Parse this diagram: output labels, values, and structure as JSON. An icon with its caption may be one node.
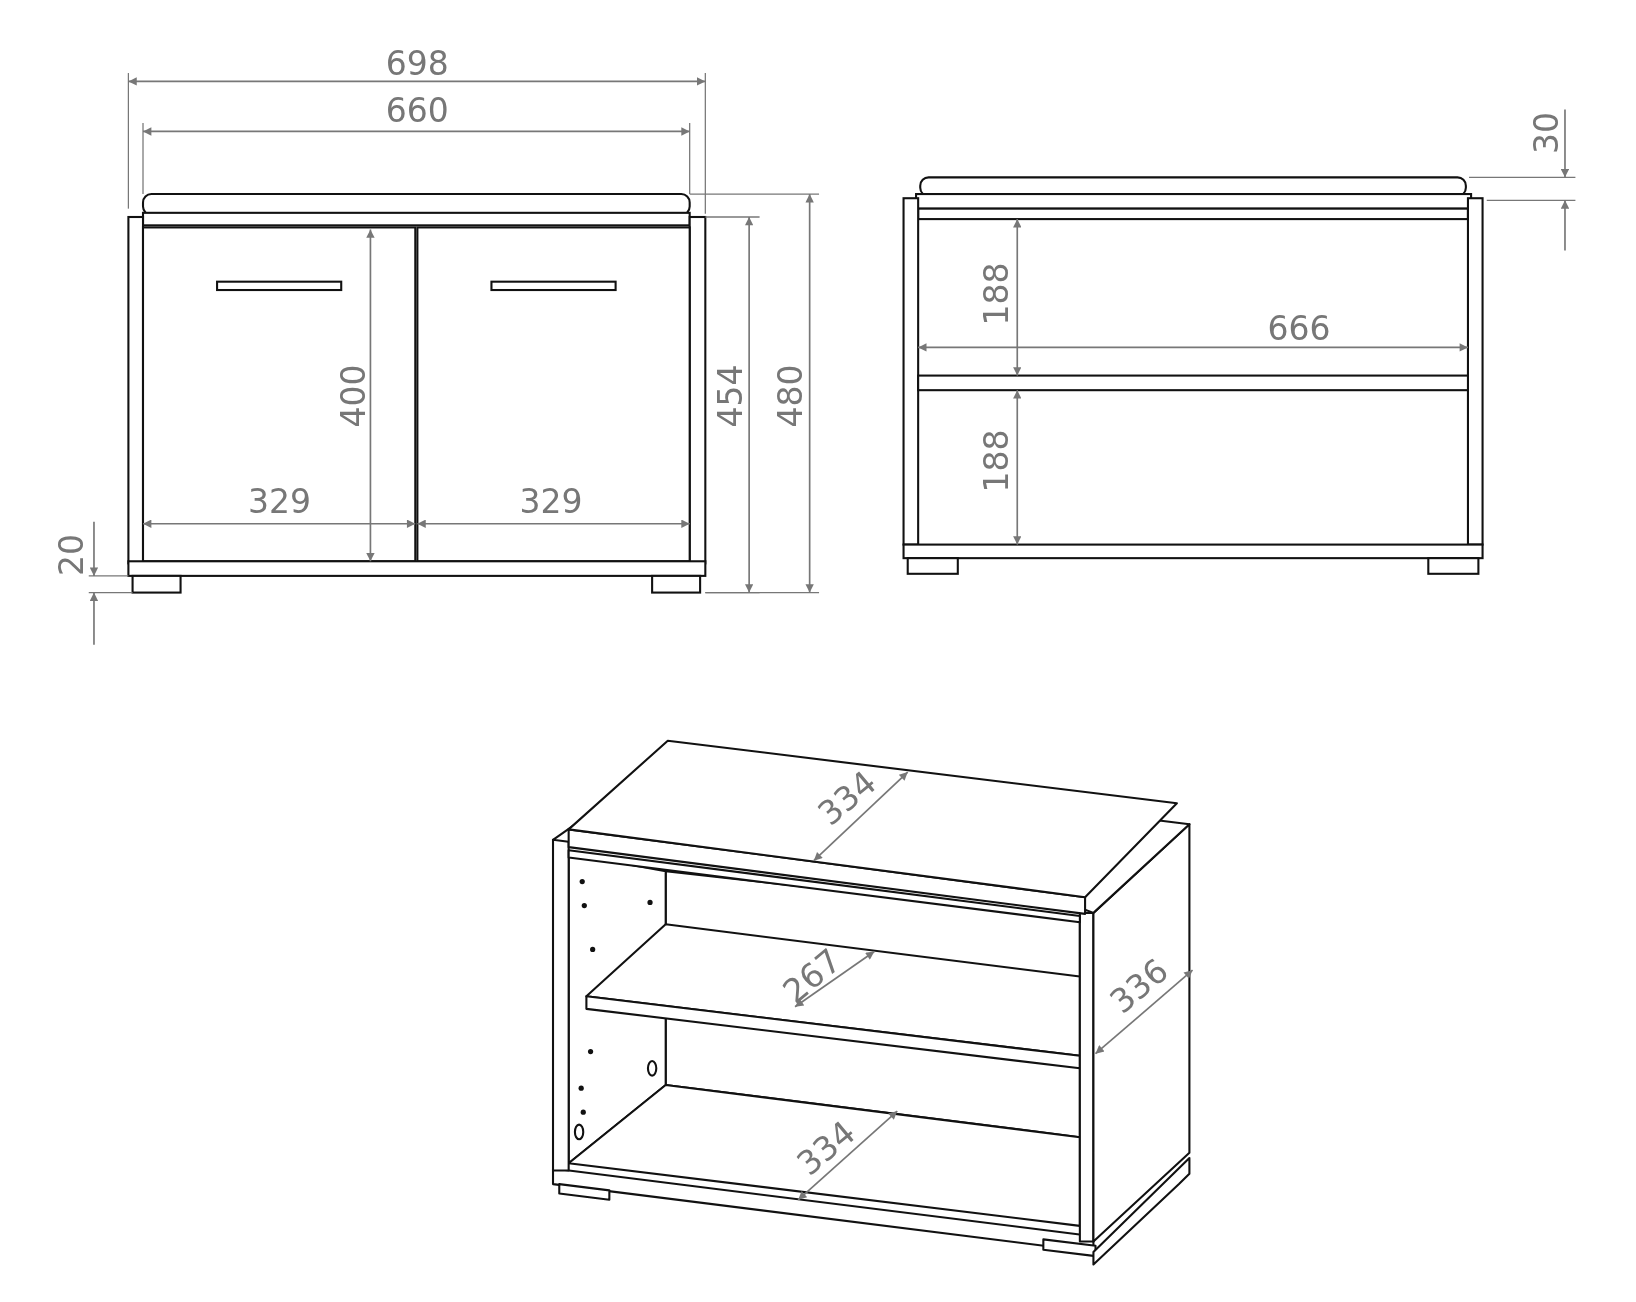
{
  "diagram": {
    "labels": [
      "698",
      "660",
      "400",
      "454",
      "480",
      "329",
      "329",
      "20",
      "30",
      "188",
      "666",
      "188",
      "334",
      "267",
      "336",
      "334"
    ]
  }
}
